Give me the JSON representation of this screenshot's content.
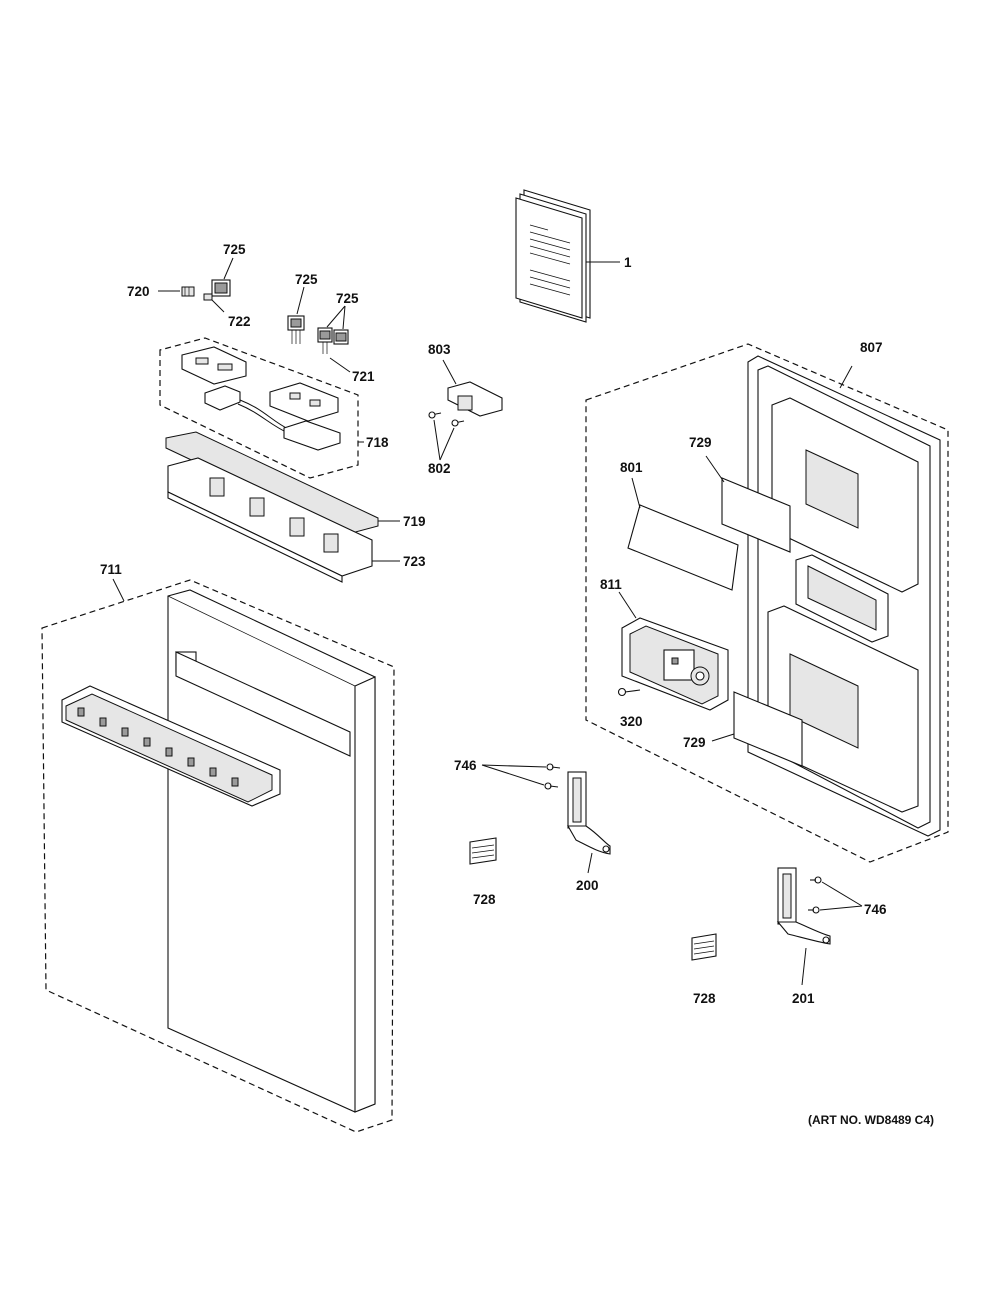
{
  "diagram": {
    "art_number": "(ART NO. WD8489 C4)",
    "callouts": {
      "c1": "1",
      "c725a": "725",
      "c720": "720",
      "c722": "722",
      "c725b": "725",
      "c725c": "725",
      "c721": "721",
      "c718": "718",
      "c719": "719",
      "c723": "723",
      "c803": "803",
      "c802": "802",
      "c807": "807",
      "c729a": "729",
      "c801": "801",
      "c811": "811",
      "c320": "320",
      "c729b": "729",
      "c711": "711",
      "c746a": "746",
      "c728a": "728",
      "c200": "200",
      "c746b": "746",
      "c728b": "728",
      "c201": "201"
    }
  }
}
